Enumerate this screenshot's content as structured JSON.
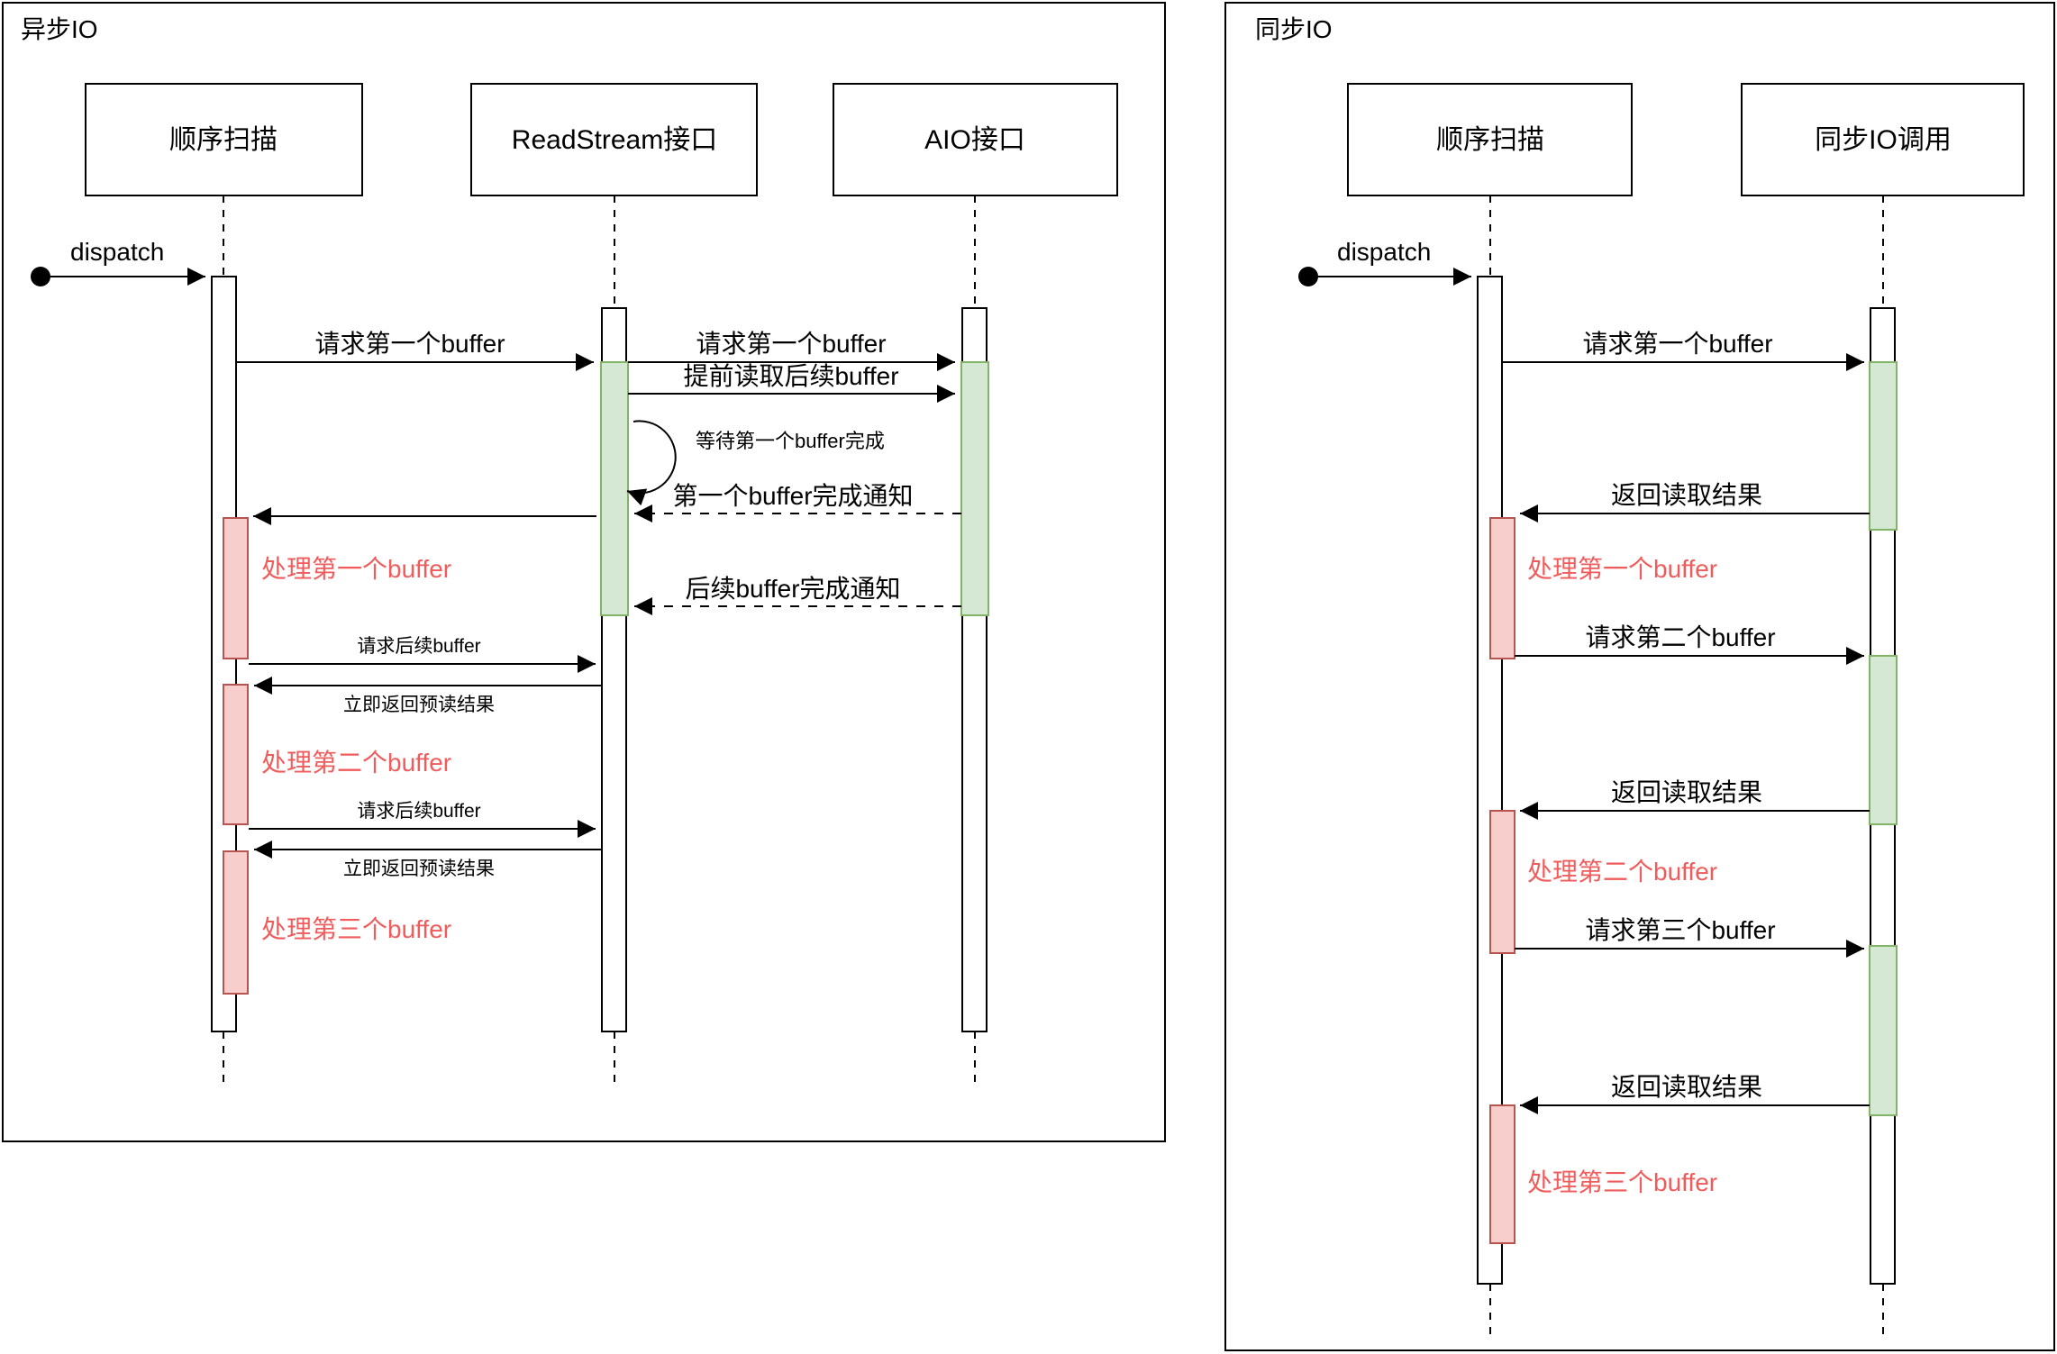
{
  "colors": {
    "background": "#ffffff",
    "line": "#000000",
    "green_fill": "#d5e8d4",
    "green_stroke": "#82b366",
    "red_fill": "#f8cecc",
    "red_stroke": "#b85450",
    "red_text": "#f05c5c"
  },
  "left": {
    "title": "异步IO",
    "lifelines": [
      "顺序扫描",
      "ReadStream接口",
      "AIO接口"
    ],
    "dispatch": "dispatch",
    "messages": {
      "req_first_1": "请求第一个buffer",
      "req_first_2": "请求第一个buffer",
      "prefetch_next": "提前读取后续buffer",
      "wait_first": "等待第一个buffer完成",
      "first_done": "第一个buffer完成通知",
      "process_first": "处理第一个buffer",
      "next_done": "后续buffer完成通知",
      "req_next_1": "请求后续buffer",
      "ret_pre_1": "立即返回预读结果",
      "process_second": "处理第二个buffer",
      "req_next_2": "请求后续buffer",
      "ret_pre_2": "立即返回预读结果",
      "process_third": "处理第三个buffer"
    }
  },
  "right": {
    "title": "同步IO",
    "lifelines": [
      "顺序扫描",
      "同步IO调用"
    ],
    "dispatch": "dispatch",
    "messages": {
      "req_first": "请求第一个buffer",
      "ret_first": "返回读取结果",
      "process_first": "处理第一个buffer",
      "req_second": "请求第二个buffer",
      "ret_second": "返回读取结果",
      "process_second": "处理第二个buffer",
      "req_third": "请求第三个buffer",
      "ret_third": "返回读取结果",
      "process_third": "处理第三个buffer"
    }
  }
}
